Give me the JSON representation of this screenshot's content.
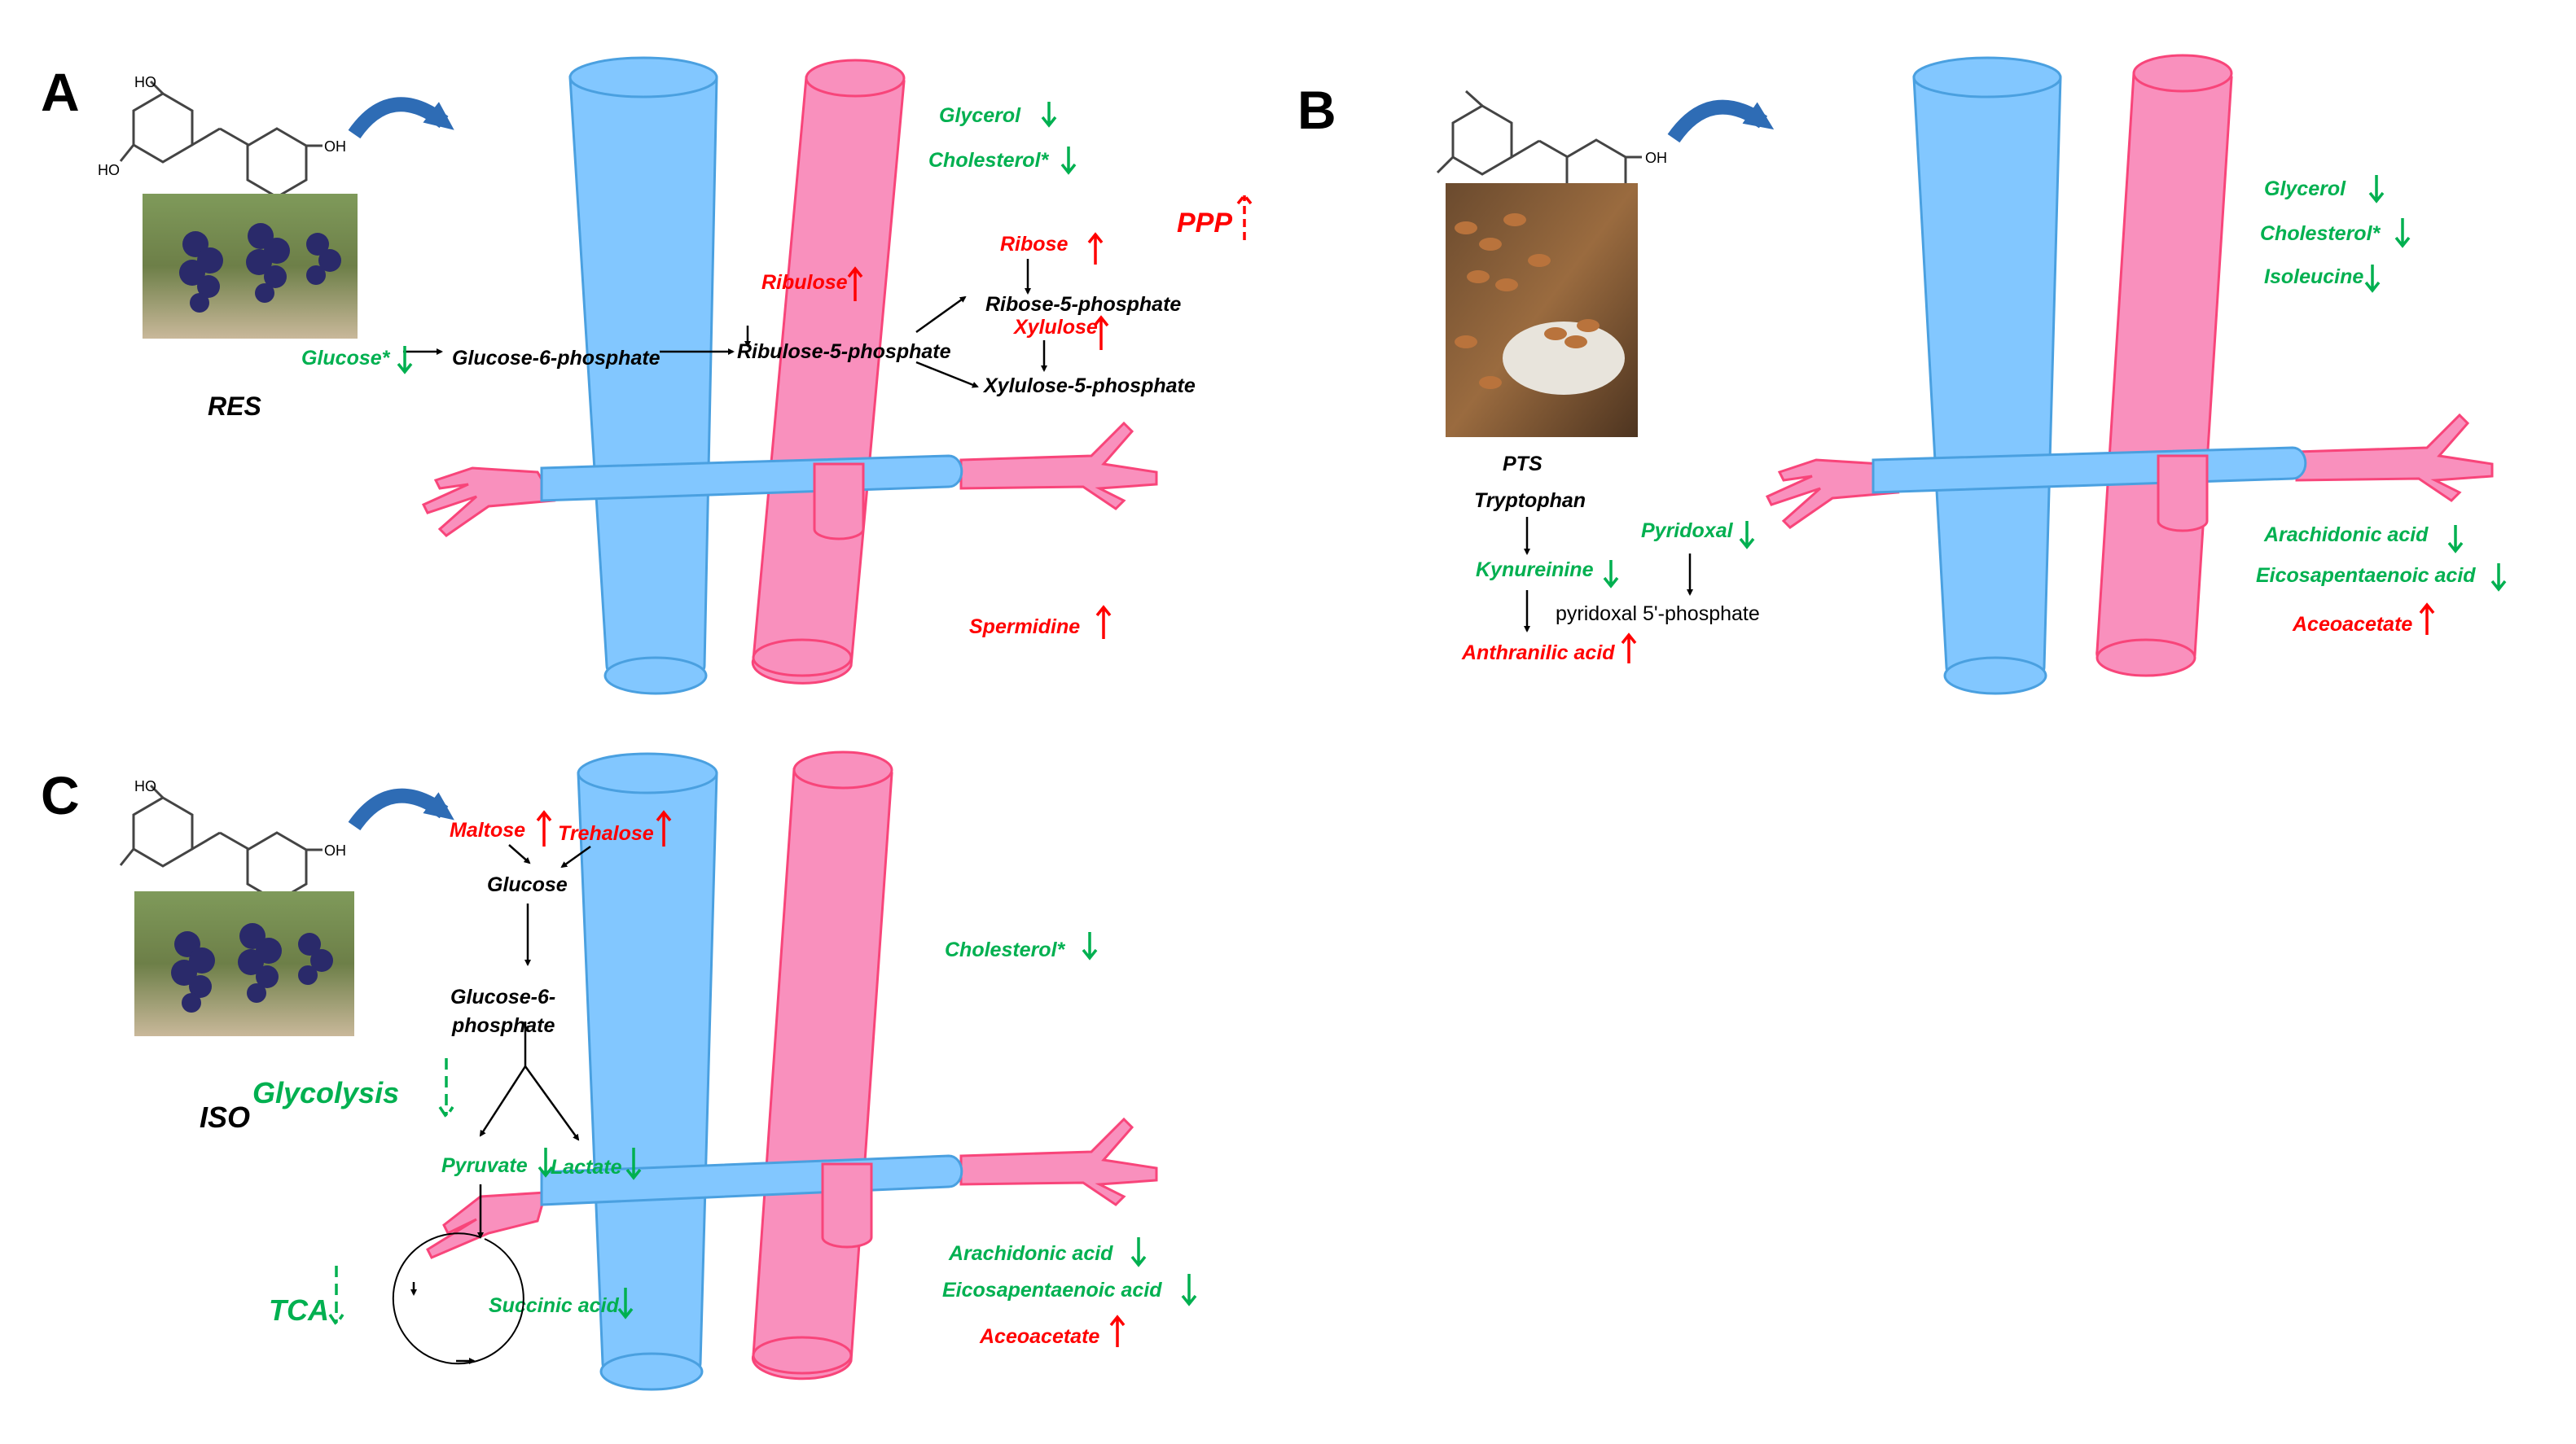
{
  "colors": {
    "green": "#00b050",
    "red": "#ff0000",
    "black": "#000000",
    "vein": "#82c7ff",
    "artery": "#f990bd",
    "arrow_blue": "#2e6cb5"
  },
  "panels": {
    "A": {
      "letter": "A",
      "compound": "RES",
      "photo": "grapes-photo",
      "labels": {
        "glycerol": "Glycerol",
        "cholesterol": "Cholesterol*",
        "ppp": "PPP",
        "ribose": "Ribose",
        "ribulose": "Ribulose",
        "ribose5p": "Ribose-5-phosphate",
        "xylulose": "Xylulose",
        "glucose": "Glucose*",
        "glucose6p": "Glucose-6-phosphate",
        "ribulose5p": "Ribulose-5-phosphate",
        "xylulose5p": "Xylulose-5-phosphate",
        "spermidine": "Spermidine"
      }
    },
    "B": {
      "letter": "B",
      "compound": "PTS",
      "photo": "almonds-photo",
      "labels": {
        "tryptophan": "Tryptophan",
        "kynureinine": "Kynureinine",
        "pyridoxal": "Pyridoxal",
        "pyridoxal5p": "pyridoxal 5'-phosphate",
        "anthranilic": "Anthranilic acid",
        "glycerol": "Glycerol",
        "cholesterol": "Cholesterol*",
        "isoleucine": "Isoleucine",
        "arachidonic": "Arachidonic acid",
        "epa": "Eicosapentaenoic acid",
        "aceoacetate": "Aceoacetate"
      }
    },
    "C": {
      "letter": "C",
      "compound": "ISO",
      "photo": "grapes-photo",
      "labels": {
        "maltose": "Maltose",
        "trehalose": "Trehalose",
        "glucose": "Glucose",
        "glucose6p_1": "Glucose-6-",
        "glucose6p_2": "phosphate",
        "glycolysis": "Glycolysis",
        "pyruvate": "Pyruvate",
        "lactate": "Lactate",
        "tca": "TCA",
        "succinic": "Succinic acid",
        "cholesterol": "Cholesterol*",
        "arachidonic": "Arachidonic acid",
        "epa": "Eicosapentaenoic acid",
        "aceoacetate": "Aceoacetate"
      }
    }
  },
  "structure_labels": {
    "ho": "HO",
    "oh": "OH"
  }
}
